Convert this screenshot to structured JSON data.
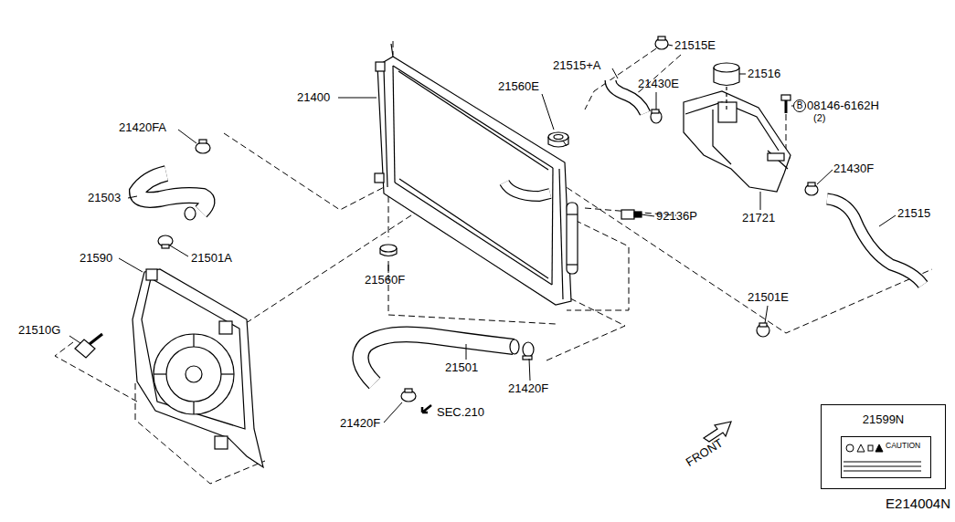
{
  "diagram": {
    "nodes": [
      {
        "text": [
          "21599N"
        ]
      },
      {
        "text": [
          "CAUTION"
        ],
        "in": 0
      }
    ],
    "labels": [
      "21515E",
      "21515+A",
      "21516",
      "21430E",
      "21560E",
      "21400",
      "B",
      "08146-6162H",
      "(2)",
      "21420FA",
      "21430F",
      "21503",
      "92136P",
      "21721",
      "21515",
      "21590",
      "21501A",
      "21560F",
      "21501E",
      "21510G",
      "21501",
      "21420F",
      "SEC.210",
      "21420F",
      "FRONT",
      "E214004N"
    ]
  }
}
